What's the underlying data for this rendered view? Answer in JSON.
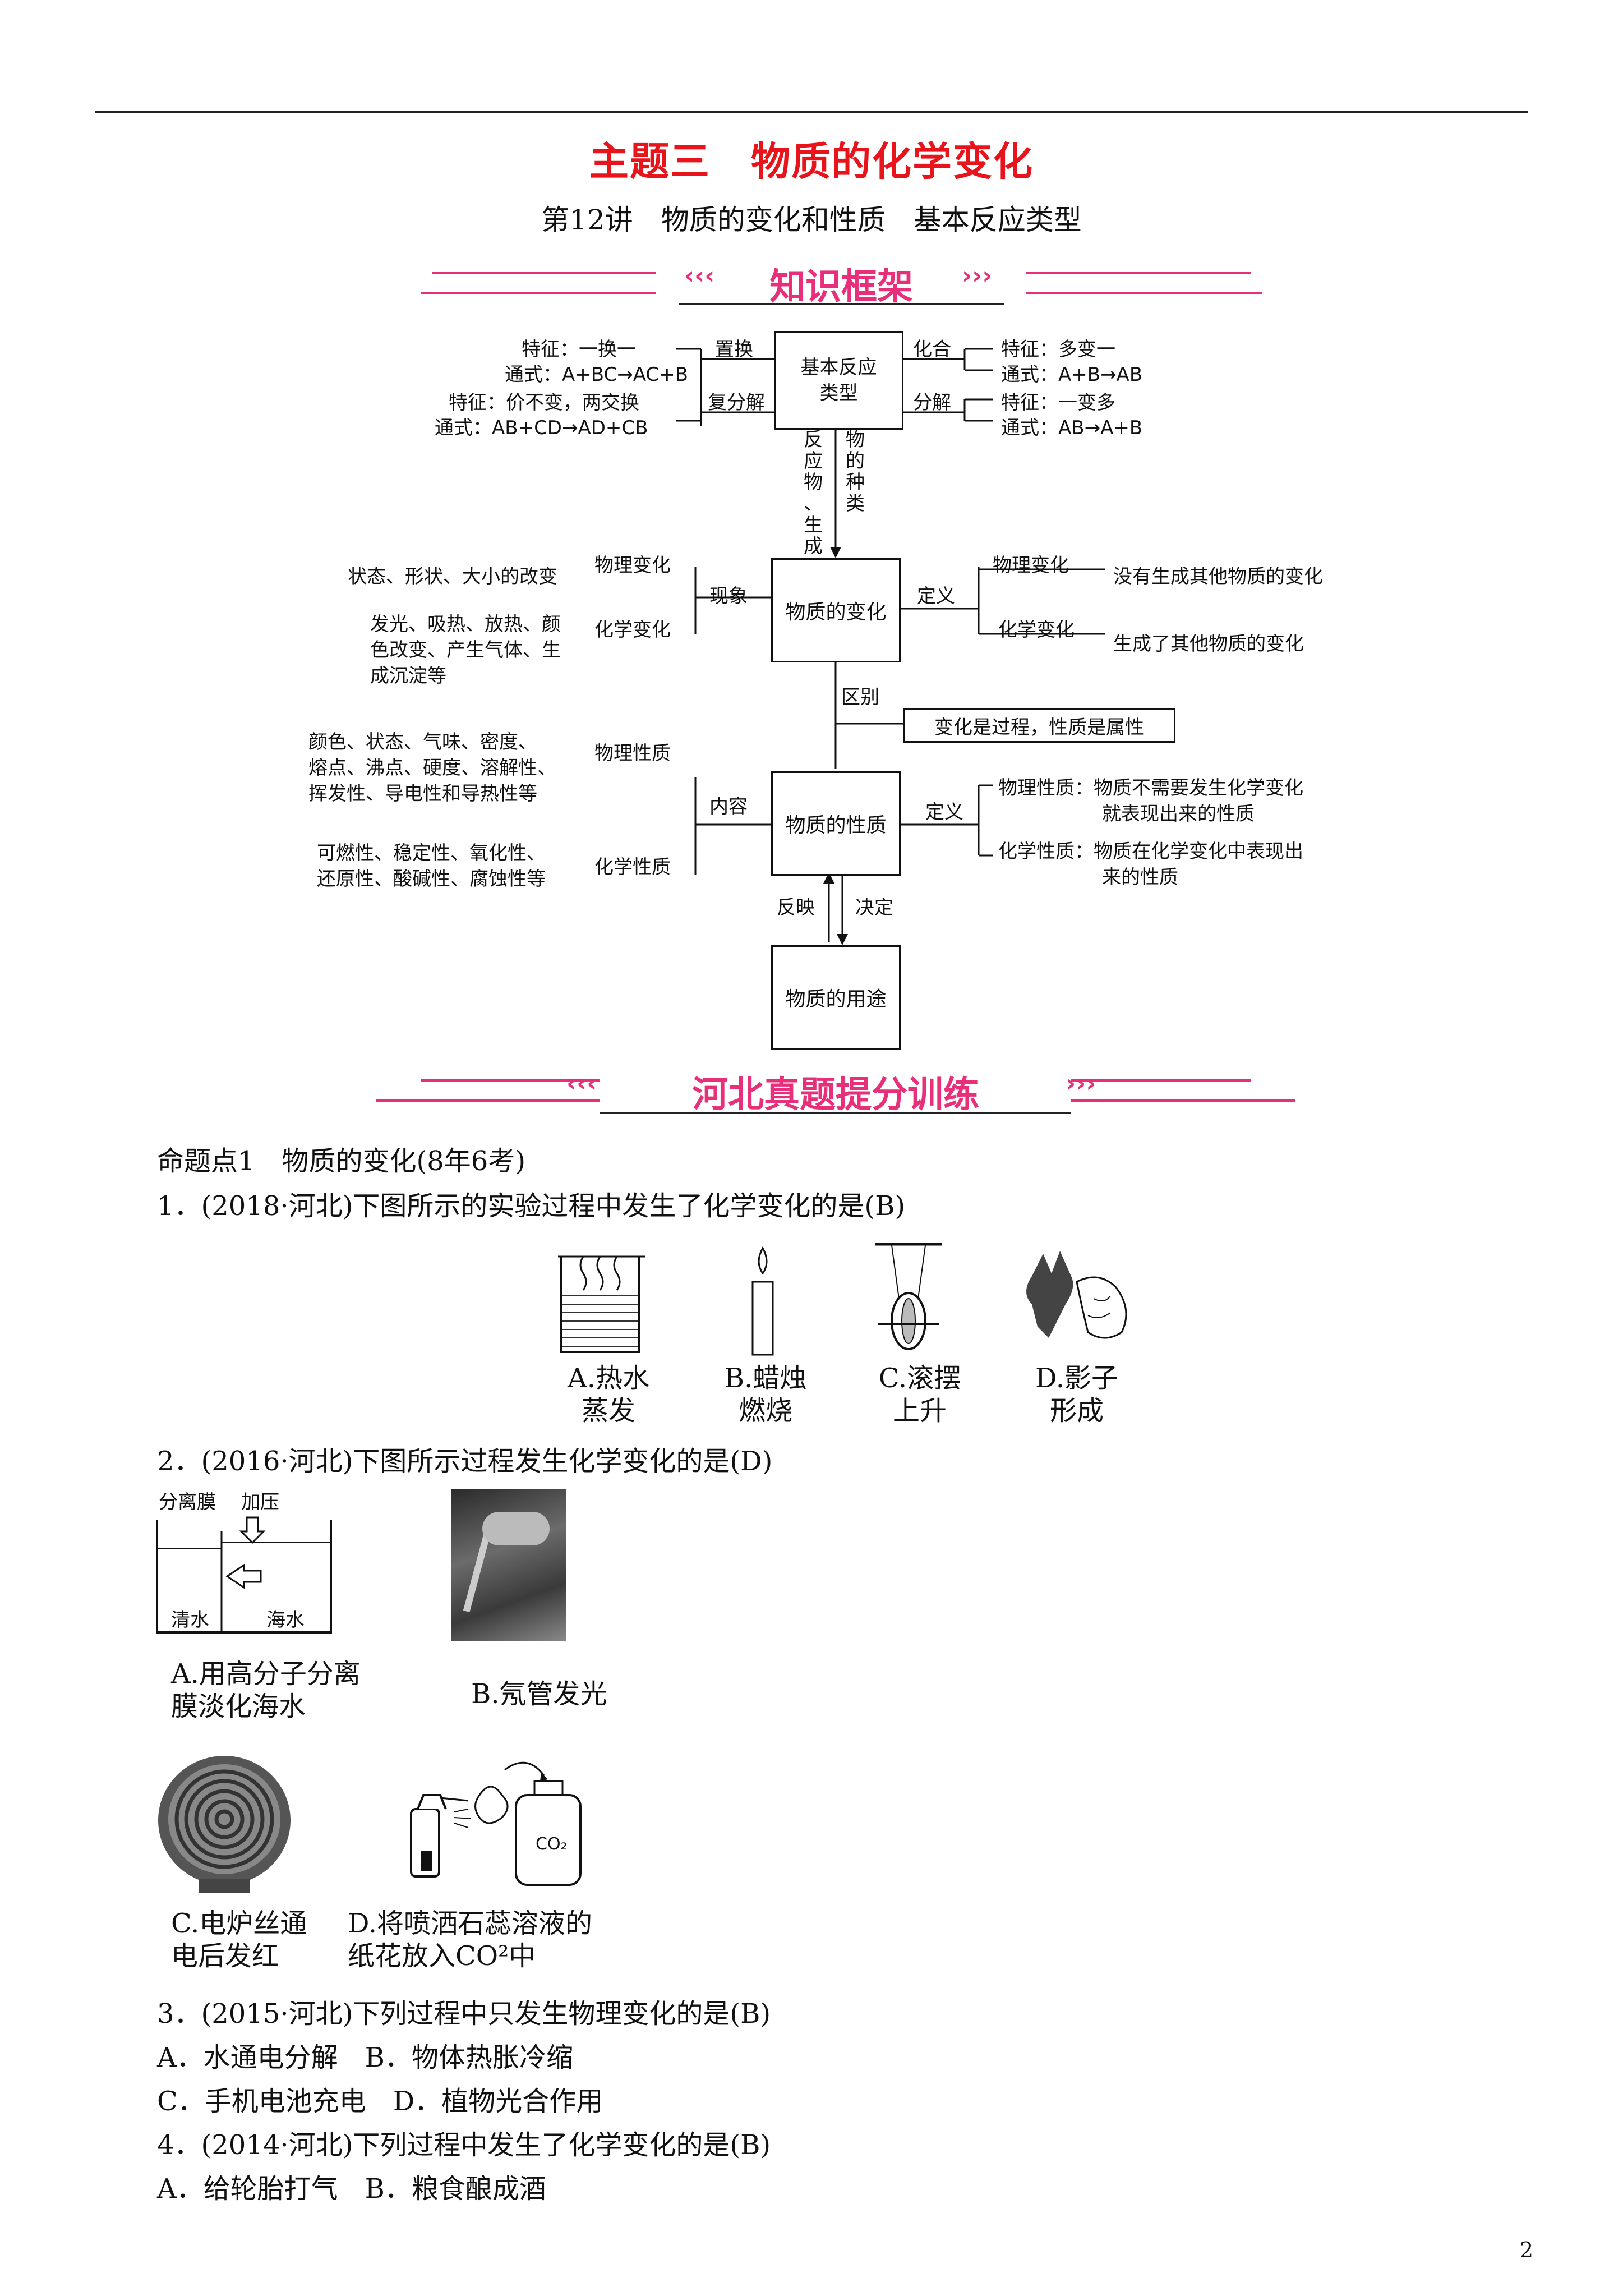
{
  "header": {
    "title": "主题三　物质的化学变化",
    "subtitle": "第12讲　物质的变化和性质　基本反应类型"
  },
  "banners": {
    "knowledge": "知识框架",
    "training": "河北真题提分训练",
    "left_chevrons": "‹‹‹",
    "right_chevrons": "›››"
  },
  "diagram": {
    "center_box": "基本反应类型",
    "replace": {
      "label": "置换",
      "feature": "特征：一换一",
      "formula": "通式：A+BC→AC+B"
    },
    "double": {
      "label": "复分解",
      "feature": "特征：价不变，两交换",
      "formula": "通式：AB+CD→AD+CB"
    },
    "combine": {
      "label": "化合",
      "feature": "特征：多变一",
      "formula": "通式：A+B→AB"
    },
    "decompose": {
      "label": "分解",
      "feature": "特征：一变多",
      "formula": "通式：AB→A+B"
    },
    "v_left": [
      "反",
      "应",
      "物",
      "、",
      "生",
      "成"
    ],
    "v_right": [
      "物",
      "的",
      "种",
      "类"
    ],
    "change_box": "物质的变化",
    "phenomenon": "现象",
    "definition": "定义",
    "phys_change": "物理变化",
    "chem_change": "化学变化",
    "phys_change_phen": "状态、形状、大小的改变",
    "chem_change_phen": [
      "发光、吸热、放热、颜",
      "色改变、产生气体、生",
      "成沉淀等"
    ],
    "phys_change_def": "没有生成其他物质的变化",
    "chem_change_def": "生成了其他物质的变化",
    "difference": "区别",
    "difference_text": "变化是过程，性质是属性",
    "property_box": "物质的性质",
    "content": "内容",
    "definition2": "定义",
    "phys_prop": "物理性质",
    "chem_prop": "化学性质",
    "phys_prop_list": [
      "颜色、状态、气味、密度、",
      "熔点、沸点、硬度、溶解性、",
      "挥发性、导电性和导热性等"
    ],
    "chem_prop_list": [
      "可燃性、稳定性、氧化性、",
      "还原性、酸碱性、腐蚀性等"
    ],
    "phys_prop_def": [
      "物理性质：物质不需要发生化学变化",
      "就表现出来的性质"
    ],
    "chem_prop_def": [
      "化学性质：物质在化学变化中表现出",
      "来的性质"
    ],
    "reflect": "反映",
    "decide": "决定",
    "use_box": "物质的用途"
  },
  "questions": {
    "topic": "命题点1　物质的变化(8年6考)",
    "q1": "1．(2018·河北)下图所示的实验过程中发生了化学变化的是(B)",
    "q1_options": [
      [
        "A.热水",
        "蒸发"
      ],
      [
        "B.蜡烛",
        "燃烧"
      ],
      [
        "C.滚摆",
        "上升"
      ],
      [
        "D.影子",
        "形成"
      ]
    ],
    "q2": "2．(2016·河北)下图所示过程发生化学变化的是(D)",
    "q2_fig_a": {
      "membrane": "分离膜",
      "pressure": "加压",
      "fresh": "清水",
      "sea": "海水"
    },
    "q2_options": {
      "a": [
        "A.用高分子分离",
        "膜淡化海水"
      ],
      "b": "B.氖管发光",
      "c": [
        "C.电炉丝通",
        "电后发红"
      ],
      "d": [
        "D.将喷洒石蕊溶液的",
        "纸花放入CO²中"
      ]
    },
    "co2_label": "CO₂",
    "q3": "3．(2015·河北)下列过程中只发生物理变化的是(B)",
    "q3_ab": "A．水通电分解　B．物体热胀冷缩",
    "q3_cd": "C．手机电池充电　D．植物光合作用",
    "q4": "4．(2014·河北)下列过程中发生了化学变化的是(B)",
    "q4_ab": "A．给轮胎打气　B．粮食酿成酒"
  },
  "page_number": "2"
}
